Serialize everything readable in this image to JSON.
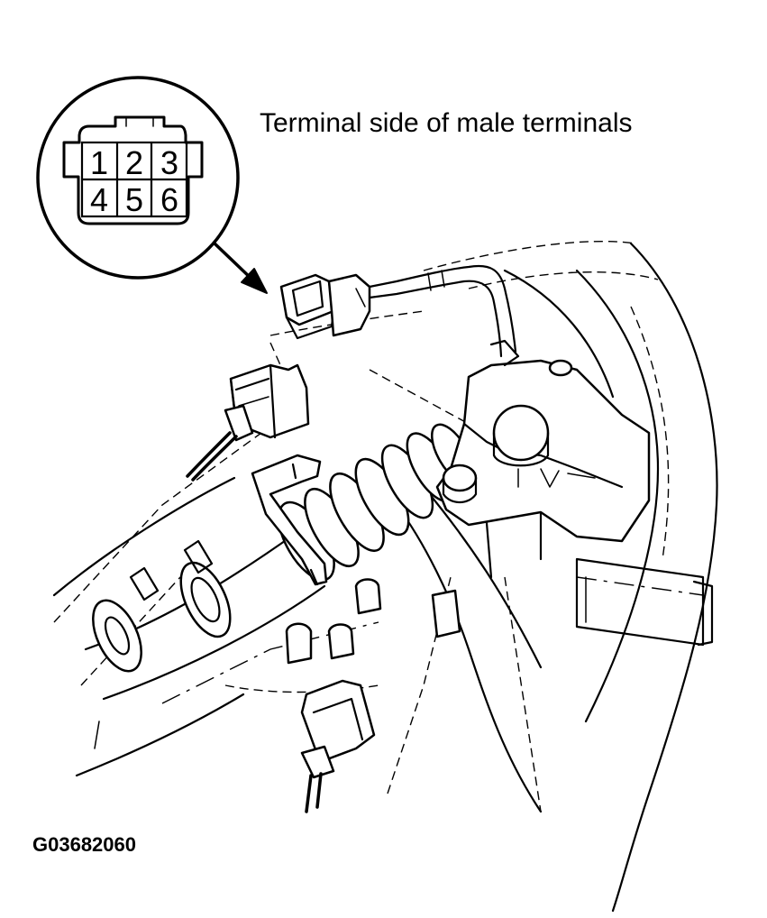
{
  "caption": "Terminal side of male terminals",
  "figure_code": "G03682060",
  "connector_pins": [
    "1",
    "2",
    "3",
    "4",
    "5",
    "6"
  ]
}
